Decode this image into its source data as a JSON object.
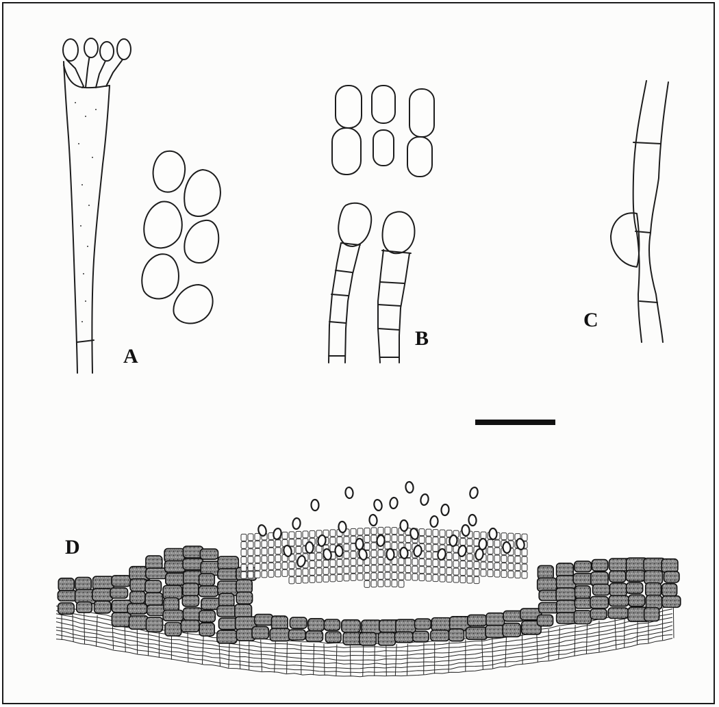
{
  "figure": {
    "labels": {
      "a": "A",
      "b": "B",
      "c": "C",
      "d": "D"
    },
    "colors": {
      "ink": "#1c1c1c",
      "paper": "#fcfcfb",
      "frame": "#1a1a1a"
    }
  }
}
